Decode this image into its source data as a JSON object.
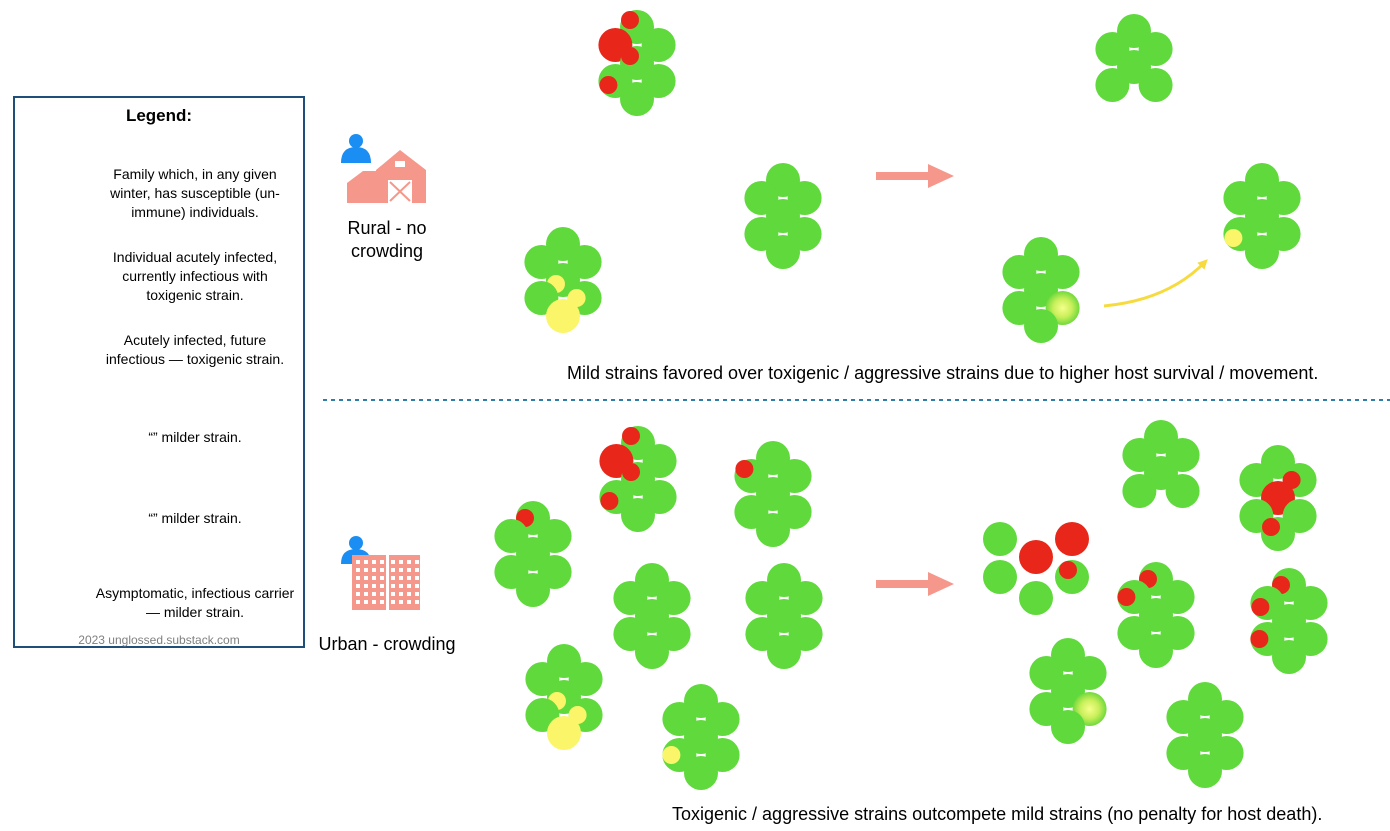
{
  "legend": {
    "title": "Legend:",
    "items": [
      {
        "key": "family",
        "text": "Family which, in any given winter, has susceptible (un-immune) individuals."
      },
      {
        "key": "acute-toxigenic",
        "text": "Individual acutely infected, currently infectious with toxigenic strain."
      },
      {
        "key": "future-toxigenic",
        "text": "Acutely infected, future infectious — toxigenic strain."
      },
      {
        "key": "acute-mild",
        "text": "“” milder strain."
      },
      {
        "key": "future-mild",
        "text": "“” milder strain."
      },
      {
        "key": "carrier-mild",
        "text": "Asymptomatic, infectious carrier — milder strain."
      }
    ],
    "credit": "2023 unglossed.substack.com"
  },
  "rural": {
    "label": "Rural - no crowding",
    "caption": "Mild strains favored over toxigenic / aggressive strains due to higher host survival / movement."
  },
  "urban": {
    "label": "Urban - crowding",
    "caption": "Toxigenic / aggressive strains outcompete mild strains (no penalty for host death)."
  },
  "icons": [
    "person-icon",
    "barn-icon",
    "apartment-building-icon",
    "arrow-right-icon",
    "transmission-arrow-icon"
  ],
  "colors": {
    "susceptible": "#5fd93c",
    "toxigenic": "#e8271a",
    "mild": "#fbf56a",
    "carrier_center": "#f4ff8a",
    "arrow": "#f6978c",
    "transmission_arrow": "#f7db3e",
    "divider": "#2e7fa8",
    "legend_border": "#1f4e79",
    "person": "#1a8ef2",
    "building": "#f6978c"
  }
}
